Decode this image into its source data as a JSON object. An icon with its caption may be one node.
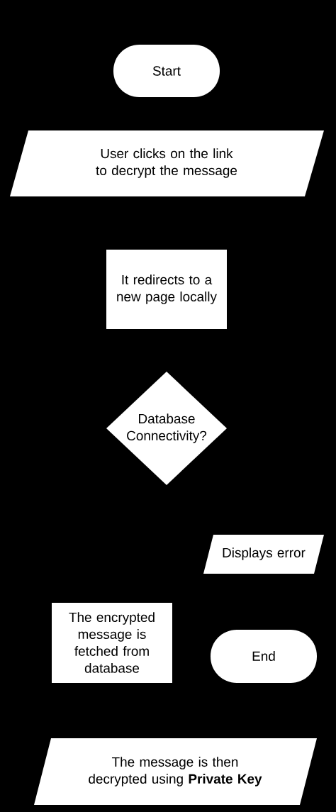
{
  "diagram": {
    "nodes": [
      {
        "text": [
          "Start"
        ]
      },
      {
        "text": [
          "User clicks on the link to decrypt the message"
        ]
      },
      {
        "text": [
          "It redirects to a new page locally"
        ]
      },
      {
        "text": [
          "Database Connectivity?"
        ]
      },
      {
        "text": [
          "Displays error"
        ]
      },
      {
        "text": [
          "The encrypted message is fetched from database"
        ]
      },
      {
        "text": [
          "End"
        ]
      },
      {
        "text": [
          "The message is then decrypted using **Private Key**"
        ]
      }
    ]
  }
}
